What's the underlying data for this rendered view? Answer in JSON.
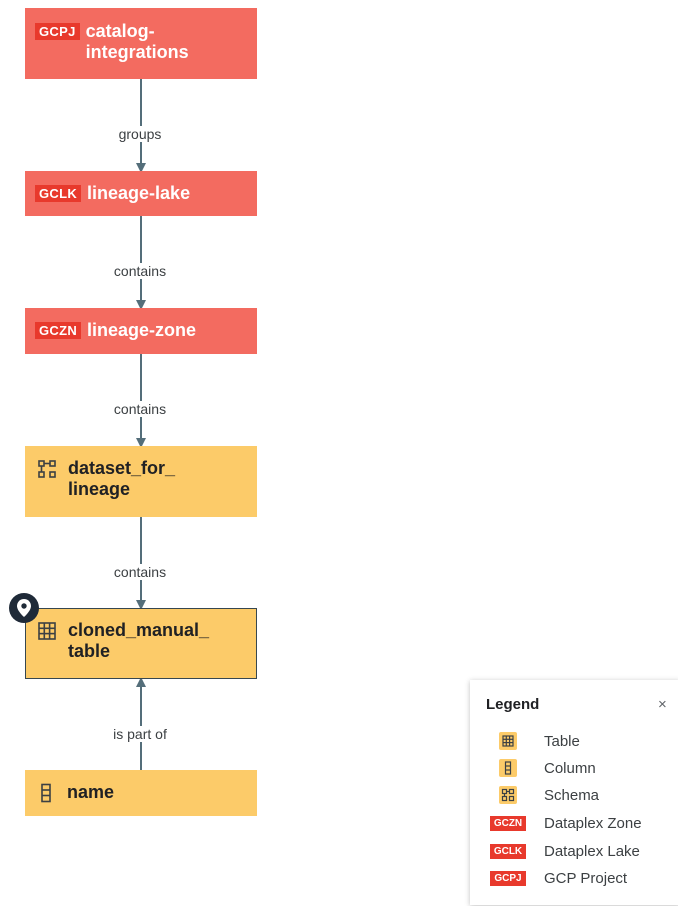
{
  "graph": {
    "nodes": [
      {
        "id": "catalog",
        "badge": "GCPJ",
        "title_line1": "catalog-",
        "title_line2": "integrations"
      },
      {
        "id": "lake",
        "badge": "GCLK",
        "title": "lineage-lake"
      },
      {
        "id": "zone",
        "badge": "GCZN",
        "title": "lineage-zone"
      },
      {
        "id": "dataset",
        "icon": "schema-icon",
        "title_line1": "dataset_for_",
        "title_line2": "lineage"
      },
      {
        "id": "table",
        "icon": "table-icon",
        "title_line1": "cloned_manual_",
        "title_line2": "table",
        "selected": true
      },
      {
        "id": "column",
        "icon": "column-icon",
        "title": "name"
      }
    ],
    "edges": [
      {
        "label": "groups"
      },
      {
        "label": "contains"
      },
      {
        "label": "contains"
      },
      {
        "label": "contains"
      },
      {
        "label": "is part of"
      }
    ]
  },
  "legend": {
    "title": "Legend",
    "close": "×",
    "items": [
      {
        "icon": "table-icon",
        "label": "Table"
      },
      {
        "icon": "column-icon",
        "label": "Column"
      },
      {
        "icon": "schema-icon",
        "label": "Schema"
      },
      {
        "badge": "GCZN",
        "label": "Dataplex Zone"
      },
      {
        "badge": "GCLK",
        "label": "Dataplex Lake"
      },
      {
        "badge": "GCPJ",
        "label": "GCP Project"
      }
    ]
  },
  "colors": {
    "project_lake_zone_node": "#f36b60",
    "badge": "#e8392c",
    "asset_node": "#fccb69",
    "edge": "#546e7a",
    "pin": "#1f2a38"
  }
}
